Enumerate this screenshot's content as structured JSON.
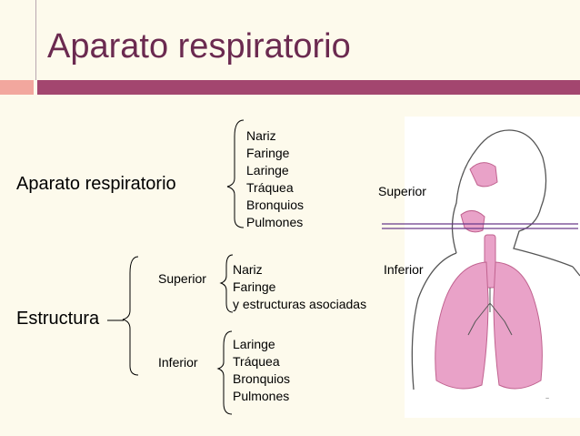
{
  "slide": {
    "title": "Aparato respiratorio",
    "section1": {
      "label": "Aparato respiratorio",
      "items": [
        "Nariz",
        "Faringe",
        "Laringe",
        "Tráquea",
        "Bronquios",
        "Pulmones"
      ]
    },
    "section2": {
      "label": "Estructura",
      "superior": {
        "label": "Superior",
        "items": [
          "Nariz",
          "Faringe",
          "y estructuras asociadas"
        ]
      },
      "inferior": {
        "label": "Inferior",
        "items": [
          "Laringe",
          "Tráquea",
          "Bronquios",
          "Pulmones"
        ]
      }
    },
    "figure": {
      "superior_label": "Superior",
      "inferior_label": "Inferior",
      "line_color": "#6a3a8a"
    },
    "colors": {
      "title": "#6b2a50",
      "accent_bar": "#a3466f",
      "accent_small": "#f2a79e",
      "background": "#fdfaec"
    }
  }
}
